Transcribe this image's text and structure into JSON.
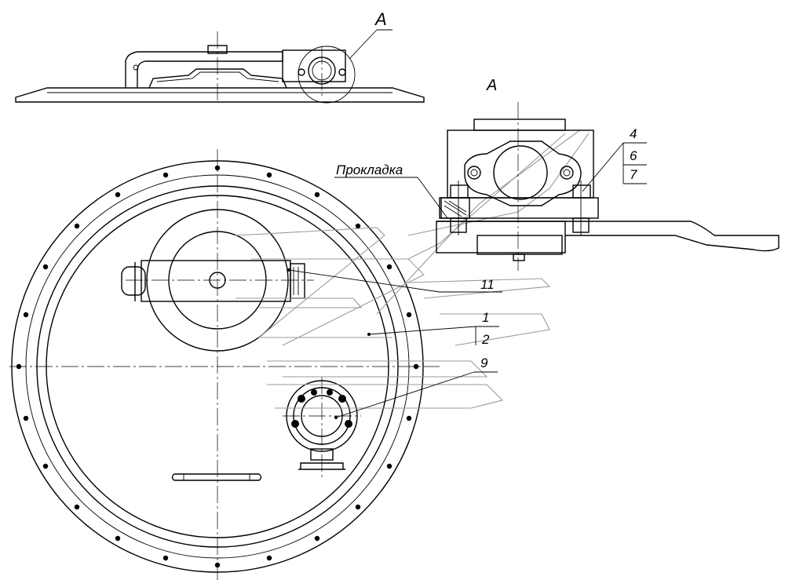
{
  "labels": {
    "view_top": "А",
    "view_detail": "А",
    "gasket": "Прокладка",
    "p4": "4",
    "p6": "6",
    "p7": "7",
    "p11": "11",
    "p1": "1",
    "p2": "2",
    "p9": "9"
  },
  "colors": {
    "line": "#000000",
    "ghost": "#9a9a9a",
    "background": "#ffffff"
  }
}
